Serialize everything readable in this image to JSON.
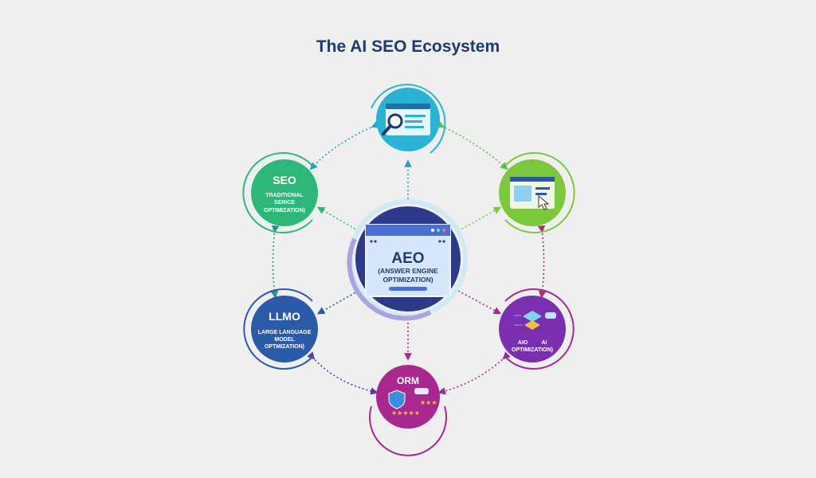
{
  "title": "The AI SEO Ecosystem",
  "center": {
    "abbr": "AEO",
    "line1": "(ANSWER ENGINE",
    "line2": "OPTIMIZATION)"
  },
  "nodes": {
    "seo": {
      "abbr": "SEO",
      "line1": "TRADITIONAL",
      "line2": "SERICE",
      "line3": "OPTIMIZATION)"
    },
    "llmo": {
      "abbr": "LLMO",
      "line1": "LARGE LANGUAGE",
      "line2": "MODEL",
      "line3": "OPTMIZATION)"
    },
    "aio": {
      "line1a": "AIO",
      "line1b": "AI",
      "line2": "OPTIMIZATION)"
    },
    "orm": {
      "abbr": "ORM"
    }
  },
  "colors": {
    "search": "#2bb3d6",
    "seo": "#2db87a",
    "web": "#7cc83c",
    "llmo": "#2a5aa8",
    "aio": "#7a2fb0",
    "orm": "#a8288f",
    "center": "#2d3a8c",
    "title": "#1f3a6e"
  }
}
